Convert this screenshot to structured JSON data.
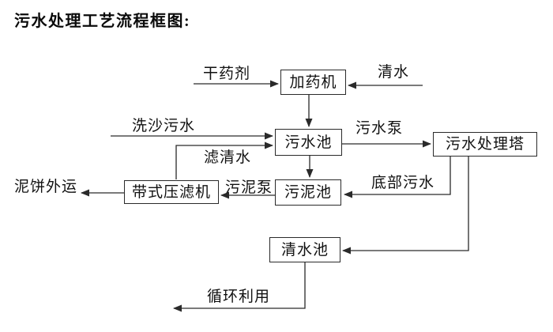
{
  "title": "污水处理工艺流程框图:",
  "diagram": {
    "nodes": [
      {
        "id": "dosing-machine",
        "label": "加药机"
      },
      {
        "id": "sewage-pool",
        "label": "污水池"
      },
      {
        "id": "sewage-treatment-tower",
        "label": "污水处理塔"
      },
      {
        "id": "sludge-pool",
        "label": "污泥池"
      },
      {
        "id": "belt-filter-press",
        "label": "带式压滤机"
      },
      {
        "id": "clear-water-pool",
        "label": "清水池"
      }
    ],
    "labels": [
      {
        "id": "dry-chemical",
        "text": "干药剂"
      },
      {
        "id": "clear-water",
        "text": "清水"
      },
      {
        "id": "sand-washing-sewage",
        "text": "洗沙污水"
      },
      {
        "id": "sewage-pump",
        "text": "污水泵"
      },
      {
        "id": "filtered-water",
        "text": "滤清水"
      },
      {
        "id": "sludge-pump",
        "text": "污泥泵"
      },
      {
        "id": "bottom-sewage",
        "text": "底部污水"
      },
      {
        "id": "mud-cake-outbound",
        "text": "泥饼外运"
      },
      {
        "id": "recycle-reuse",
        "text": "循环利用"
      }
    ],
    "edges": [
      {
        "from": "干药剂",
        "to": "加药机",
        "label": "干药剂"
      },
      {
        "from": "清水",
        "to": "加药机",
        "label": "清水"
      },
      {
        "from": "加药机",
        "to": "污水池",
        "label": ""
      },
      {
        "from": "洗沙污水",
        "to": "污水池",
        "label": "洗沙污水"
      },
      {
        "from": "带式压滤机",
        "to": "污水池",
        "label": "滤清水"
      },
      {
        "from": "污水池",
        "to": "污水处理塔",
        "label": "污水泵"
      },
      {
        "from": "污水池",
        "to": "污泥池",
        "label": ""
      },
      {
        "from": "污水处理塔",
        "to": "污泥池",
        "label": "底部污水"
      },
      {
        "from": "污泥池",
        "to": "带式压滤机",
        "label": "污泥泵"
      },
      {
        "from": "带式压滤机",
        "to": "泥饼外运",
        "label": "泥饼外运"
      },
      {
        "from": "污水处理塔",
        "to": "清水池",
        "label": ""
      },
      {
        "from": "清水池",
        "to": "循环利用",
        "label": "循环利用"
      }
    ],
    "colors": {
      "background": "#ffffff",
      "line": "#2a2a2a",
      "text": "#111111",
      "box_fill": "#ffffff",
      "box_border": "#2a2a2a"
    }
  }
}
